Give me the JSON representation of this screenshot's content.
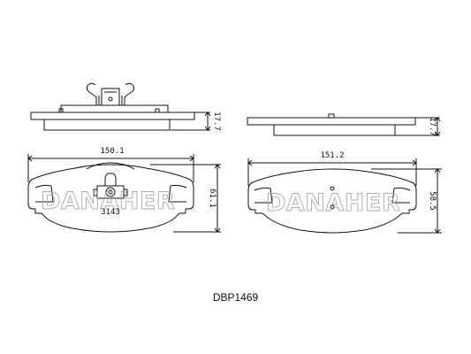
{
  "watermark": "DANAHER",
  "pad_left": {
    "thickness": "17.7",
    "width": "150.1",
    "height": "61.1",
    "stamp": "3143"
  },
  "pad_right": {
    "thickness": "17.7",
    "width": "151.2",
    "height": "58.5"
  },
  "part_number": "DBP1469"
}
